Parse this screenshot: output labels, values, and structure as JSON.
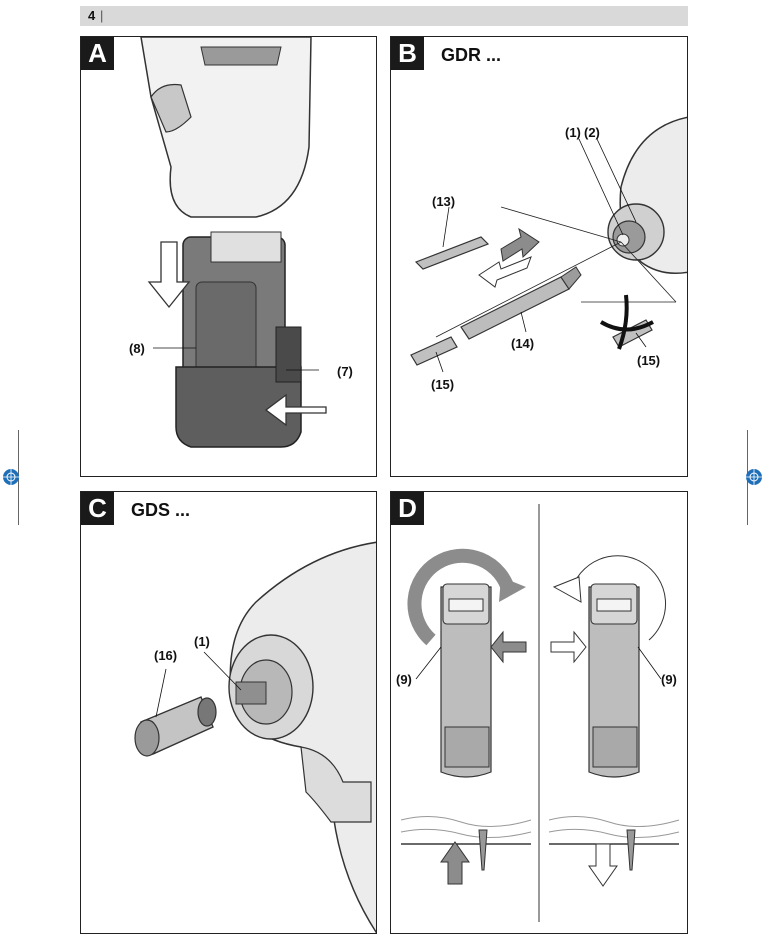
{
  "header": {
    "page_number": "4",
    "separator": "|"
  },
  "panels": {
    "a": {
      "letter": "A",
      "title": ""
    },
    "b": {
      "letter": "B",
      "title": "GDR ..."
    },
    "c": {
      "letter": "C",
      "title": "GDS ..."
    },
    "d": {
      "letter": "D",
      "title": ""
    }
  },
  "callouts": {
    "a_8": "(8)",
    "a_7": "(7)",
    "b_1": "(1)",
    "b_2": "(2)",
    "b_13": "(13)",
    "b_14": "(14)",
    "b_15_left": "(15)",
    "b_15_right": "(15)",
    "c_16": "(16)",
    "c_1": "(1)",
    "d_9_left": "(9)",
    "d_9_right": "(9)"
  },
  "colors": {
    "tool_gray": "#b5b5b5",
    "dark_gray": "#6b6b6b",
    "arrow_gray": "#8c8c8c",
    "registration_blue": "#1e6fb8"
  },
  "icons": [
    "registration-mark-icon",
    "arrow-down-icon",
    "arrow-left-icon",
    "arrow-up-icon",
    "rotation-arrow-icon"
  ]
}
